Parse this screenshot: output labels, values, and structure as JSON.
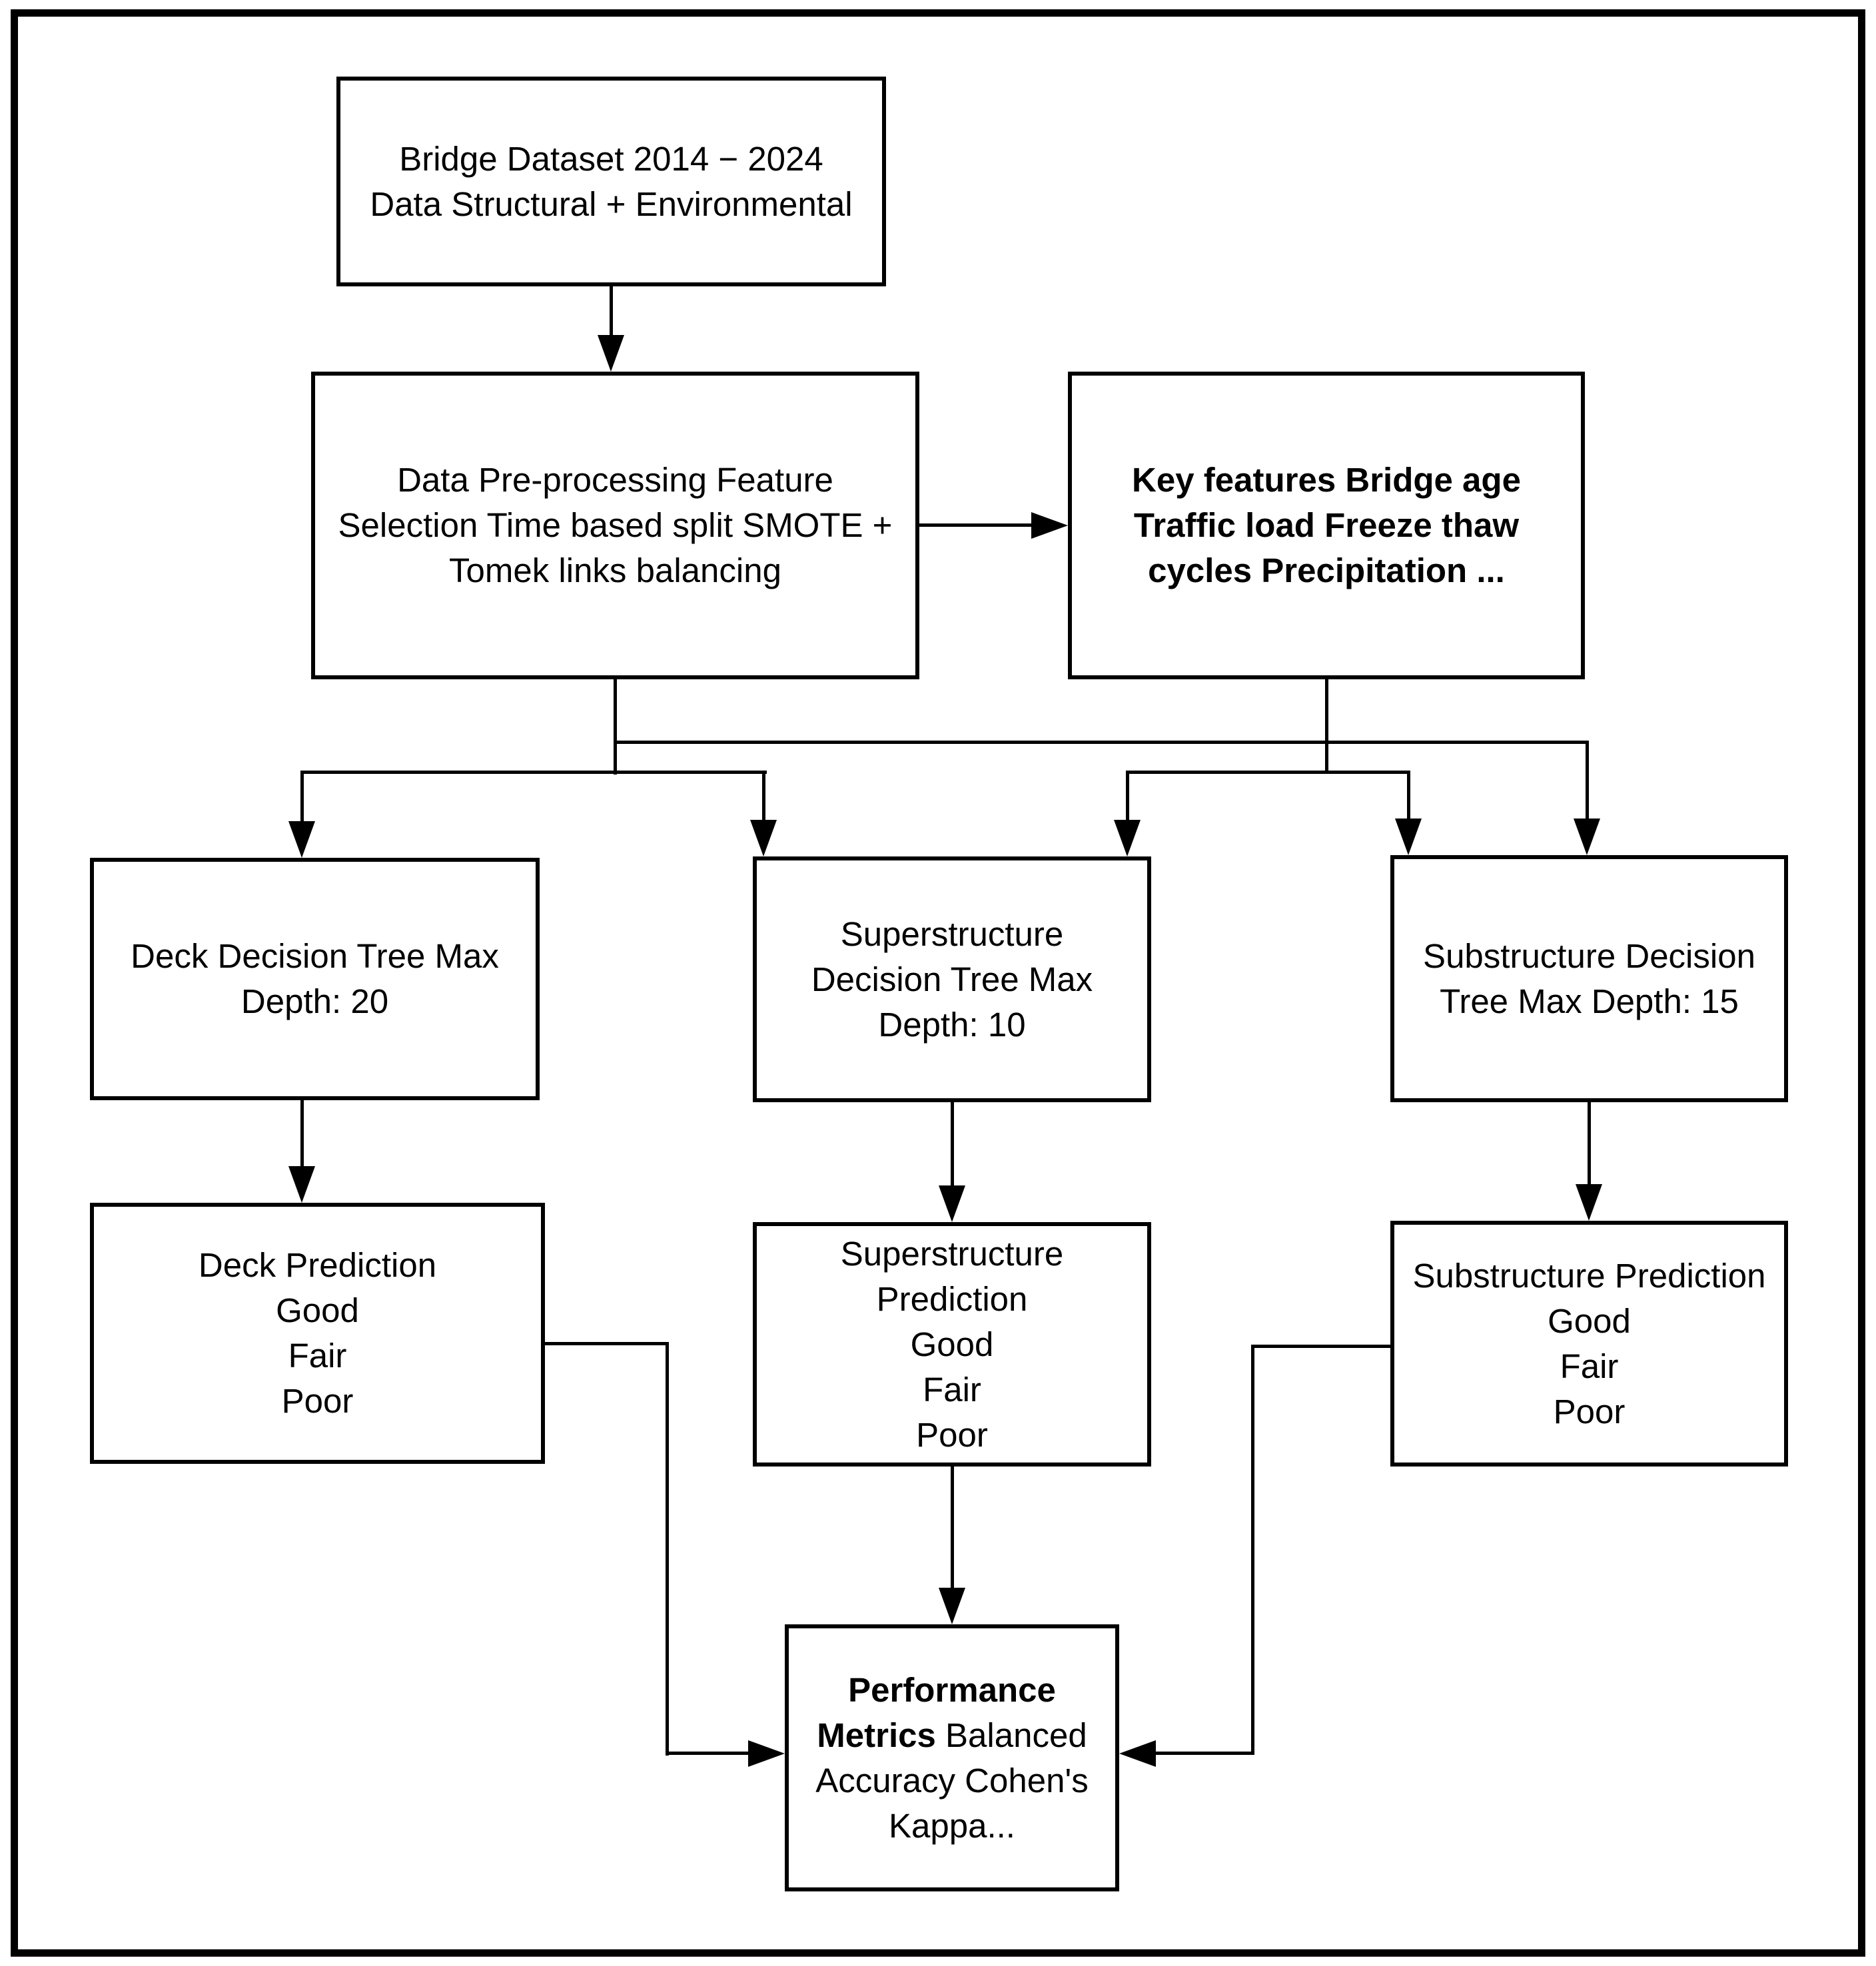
{
  "diagram": {
    "type": "flowchart",
    "boxes": {
      "dataset": {
        "line1": "Bridge Dataset 2014 − 2024",
        "line2": "Data Structural + Environmental"
      },
      "preprocessing": {
        "line1": "Data Pre-processing Feature",
        "line2": "Selection Time based split SMOTE +",
        "line3": "Tomek links balancing"
      },
      "key_features": {
        "line1_bold": "Key features",
        "line1_rest": " Bridge age",
        "line2": "Traffic load Freeze thaw",
        "line3": "cycles Precipitation ..."
      },
      "deck_tree": {
        "line1": "Deck Decision Tree Max",
        "line2": "Depth: 20"
      },
      "super_tree": {
        "line1": "Superstructure",
        "line2": "Decision Tree Max",
        "line3": "Depth: 10"
      },
      "sub_tree": {
        "line1": "Substructure Decision",
        "line2": "Tree Max Depth: 15"
      },
      "deck_pred": {
        "line1": "Deck Prediction",
        "line2": "Good",
        "line3": "Fair",
        "line4": "Poor"
      },
      "super_pred": {
        "line1": "Superstructure",
        "line2": "Prediction",
        "line3": "Good",
        "line4": "Fair",
        "line5": "Poor"
      },
      "sub_pred": {
        "line1": "Substructure Prediction",
        "line2": "Good",
        "line3": "Fair",
        "line4": "Poor"
      },
      "performance": {
        "line1_bold": "Performance",
        "line2_bold": "Metrics",
        "line2_rest": " Balanced",
        "line3": "Accuracy Cohen's",
        "line4": "Kappa..."
      }
    },
    "colors": {
      "line": "#000000",
      "text": "#000000",
      "background": "#ffffff"
    }
  }
}
